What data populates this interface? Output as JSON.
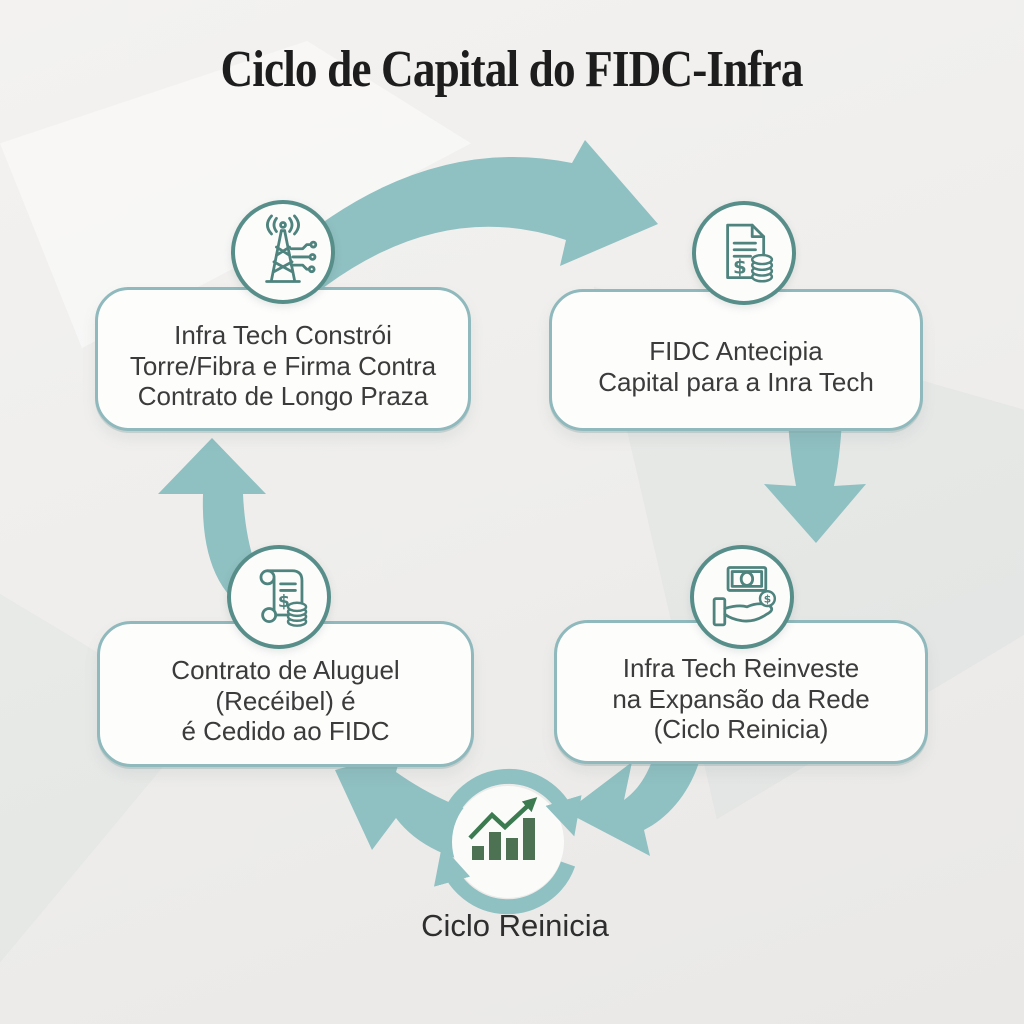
{
  "title": "Ciclo de Capital do FIDC-Infra",
  "colors": {
    "accent": "#8fc0c2",
    "box_border": "#8fb9bc",
    "circle_border": "#578e8a",
    "icon_stroke": "#4e837e",
    "chart_green": "#4c7253",
    "chart_arrow_green": "#3c7a50",
    "text": "#3b3b3b",
    "title": "#1d1d1d"
  },
  "steps": [
    {
      "id": "constroi",
      "icon": "telecom-tower-icon",
      "text": "Infra Tech Constrói\nTorre/Fibra e Firma Contra\nContrato de Longo Praza"
    },
    {
      "id": "antecipa",
      "icon": "invoice-money-icon",
      "text": "FIDC Antecipia\nCapital para a Inra Tech"
    },
    {
      "id": "cessao",
      "icon": "contract-coins-icon",
      "text": "Contrato de Aluguel\n(Recéibel) é\né Cedido ao FIDC"
    },
    {
      "id": "reinveste",
      "icon": "hand-money-icon",
      "text": "Infra Tech Reinveste\nna Expansão da Rede\n(Ciclo Reinicia)"
    }
  ],
  "flow": [
    {
      "from": "constroi",
      "to": "antecipa"
    },
    {
      "from": "antecipa",
      "to": "reinveste"
    },
    {
      "from": "reinveste",
      "to": "ciclo-reinicia"
    },
    {
      "from": "ciclo-reinicia",
      "to": "cessao"
    },
    {
      "from": "cessao",
      "to": "constroi"
    }
  ],
  "center": {
    "label": "Ciclo Reinicia",
    "icon": "growth-chart-cycle-icon"
  }
}
